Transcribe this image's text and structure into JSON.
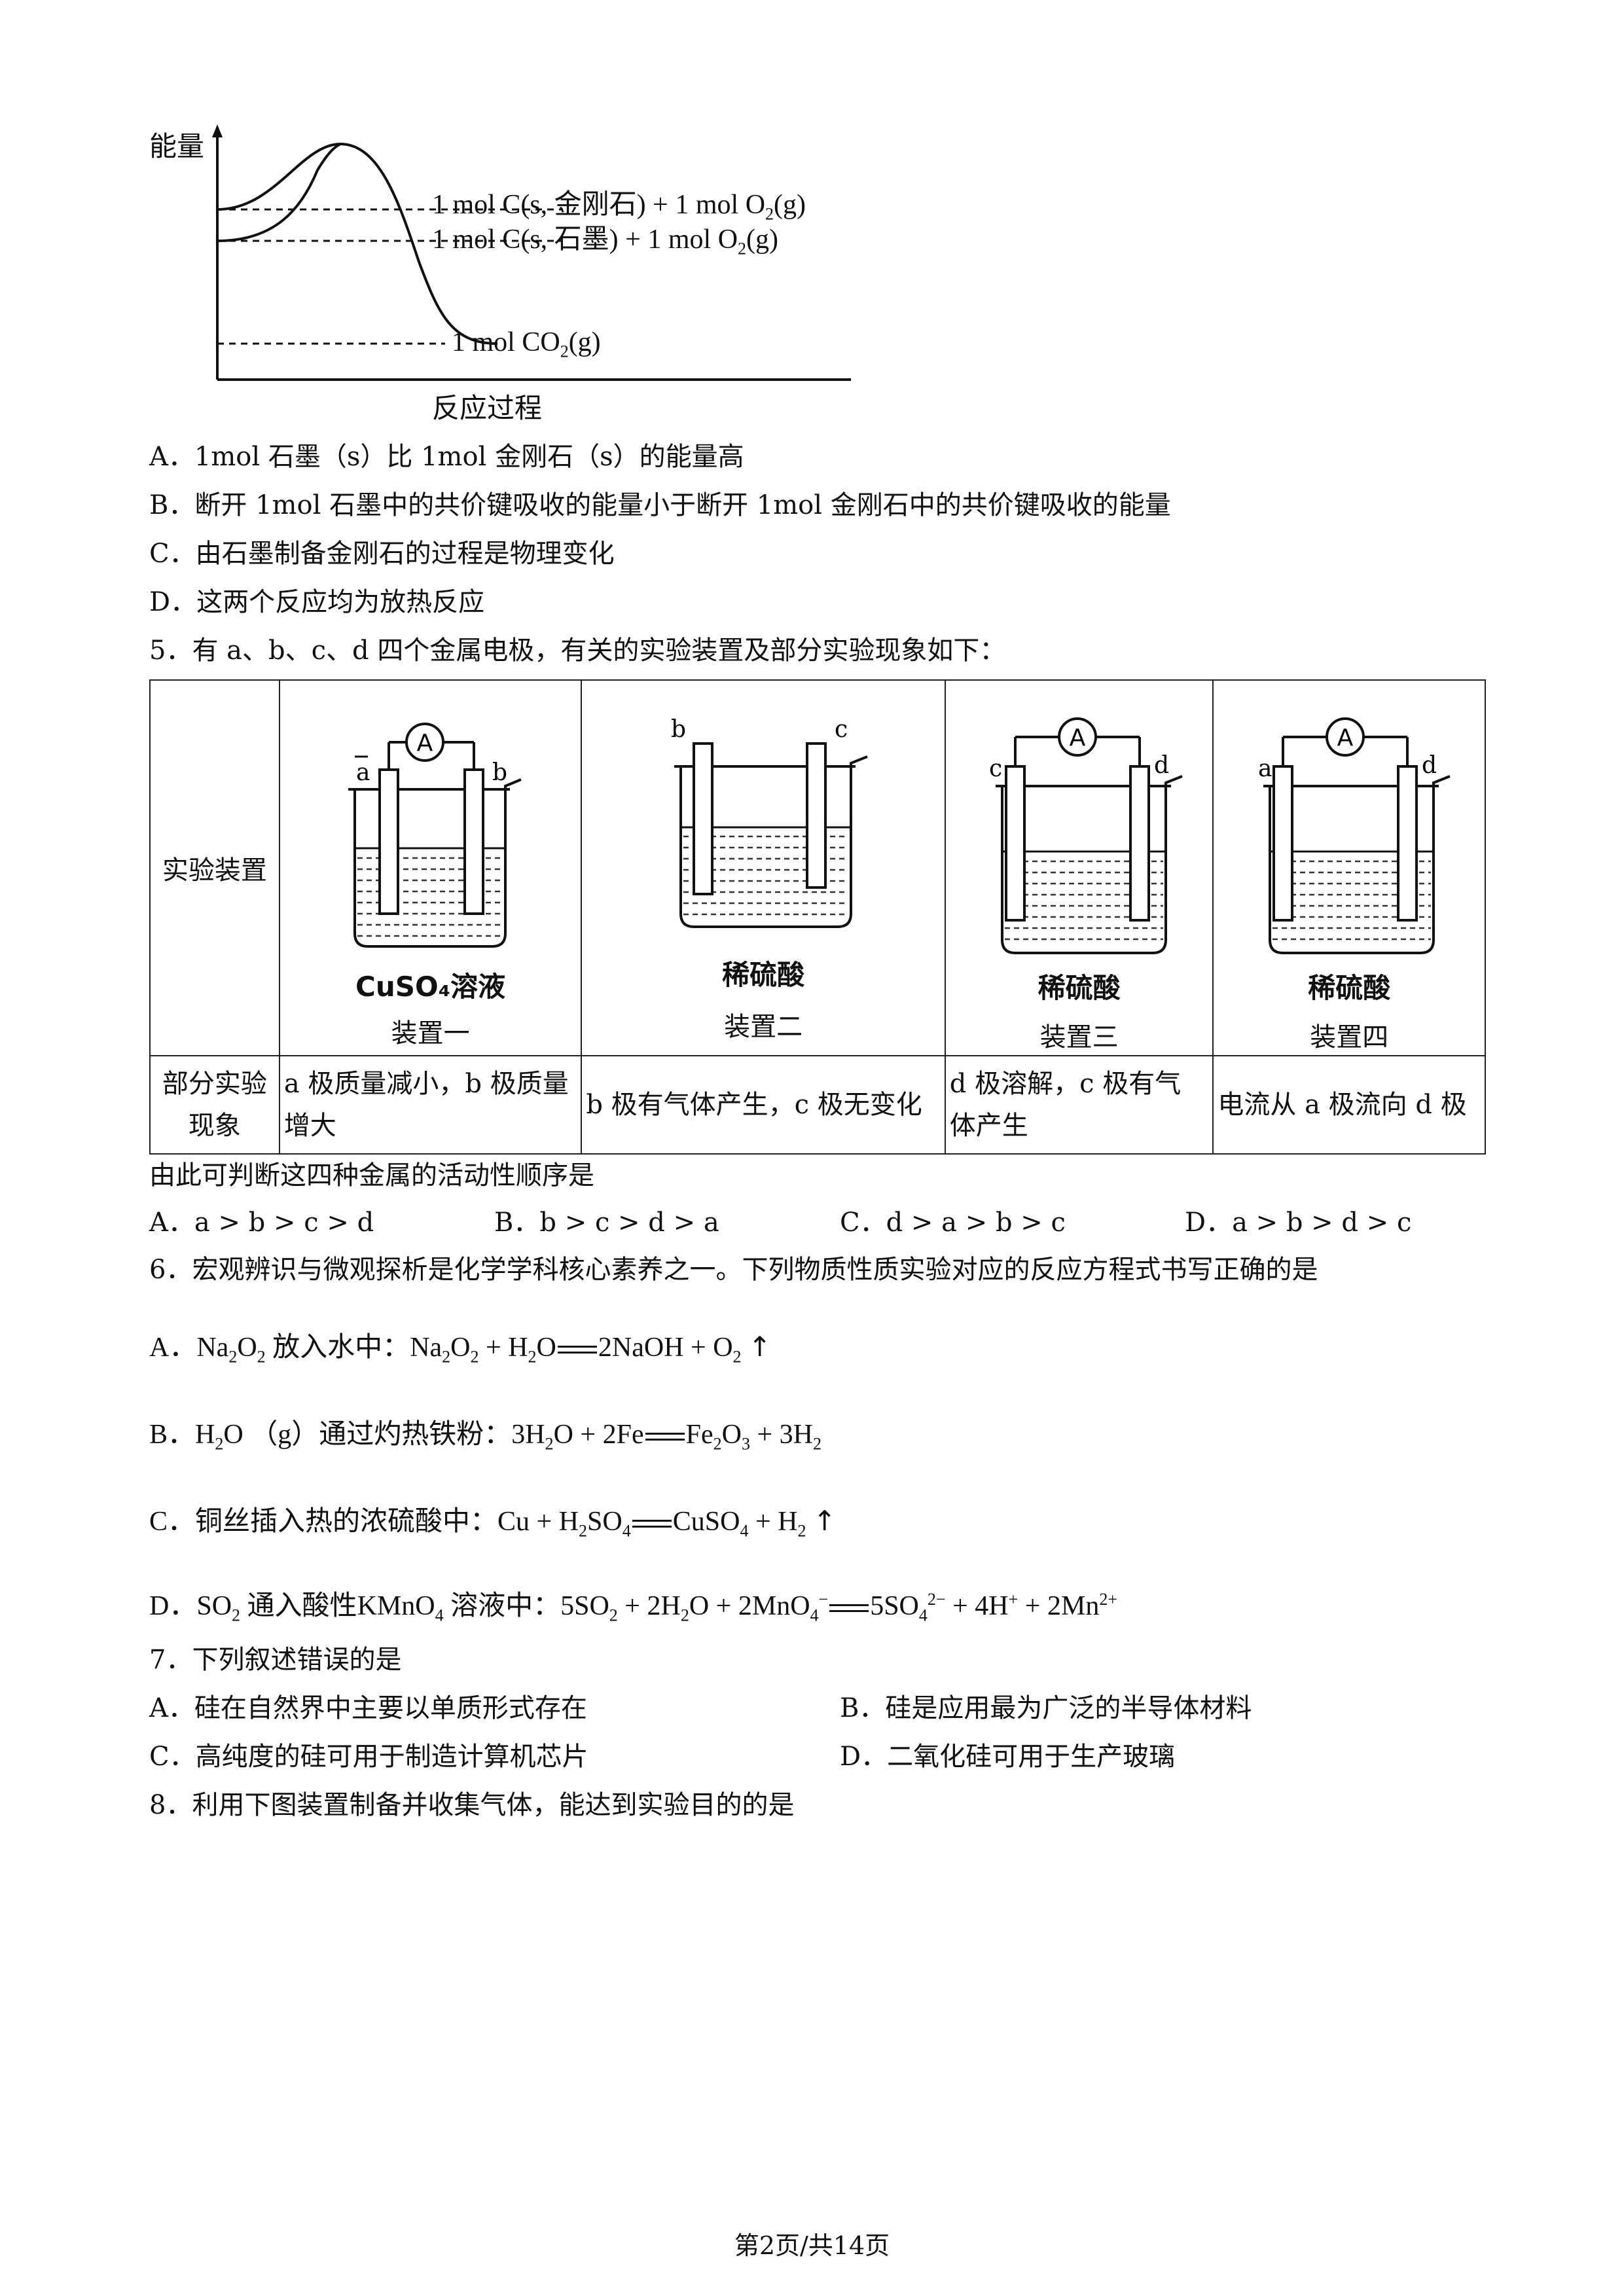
{
  "energy_diagram": {
    "y_axis_label": "能量",
    "x_axis_label": "反应过程",
    "level_top": "1 mol C(s, 金刚石) + 1 mol O",
    "level_top_tail": "(g)",
    "level_mid": "1 mol C(s, 石墨) + 1 mol O",
    "level_mid_tail": "(g)",
    "level_bottom": "1 mol CO",
    "level_bottom_tail": "(g)",
    "sub2": "2"
  },
  "q4_options": [
    {
      "label": "A．1mol 石墨（s）比 1mol 金刚石（s）的能量高"
    },
    {
      "label": "B．断开 1mol 石墨中的共价键吸收的能量小于断开 1mol 金刚石中的共价键吸收的能量"
    },
    {
      "label": "C．由石墨制备金刚石的过程是物理变化"
    },
    {
      "label": "D．这两个反应均为放热反应"
    }
  ],
  "q5": {
    "stem": "5．有 a、b、c、d 四个金属电极，有关的实验装置及部分实验现象如下：",
    "row1_header": "实验装置",
    "row2_header_1": "部分实验",
    "row2_header_2": "现象",
    "apparatus": [
      {
        "name": "装置一",
        "solution": "CuSO₄溶液",
        "left": "a",
        "right": "b"
      },
      {
        "name": "装置二",
        "solution": "稀硫酸",
        "left": "b",
        "right": "c"
      },
      {
        "name": "装置三",
        "solution": "稀硫酸",
        "left": "c",
        "right": "d"
      },
      {
        "name": "装置四",
        "solution": "稀硫酸",
        "left": "a",
        "right": "d"
      }
    ],
    "meter": "A",
    "phenomena": [
      {
        "line1": "a 极质量减小，b 极质量",
        "line2": "增大"
      },
      {
        "line1": "b 极有气体产生，c 极无变化",
        "line2": ""
      },
      {
        "line1": "d 极溶解，c 极有气",
        "line2": "体产生"
      },
      {
        "line1": "电流从 a 极流向 d 极",
        "line2": ""
      }
    ],
    "conclusion": "由此可判断这四种金属的活动性顺序是",
    "options": [
      "A．a > b > c > d",
      "B．b > c > d > a",
      "C．d > a > b > c",
      "D．a > b > d > c"
    ]
  },
  "q6": {
    "stem": "6．宏观辨识与微观探析是化学学科核心素养之一。下列物质性质实验对应的反应方程式书写正确的是",
    "a_prefix": "A．",
    "a_desc": "放入水中：",
    "b_prefix": "B．",
    "b_desc": "（g）通过灼热铁粉：",
    "c_prefix": "C．铜丝插入热的浓硫酸中：",
    "d_prefix": "D．",
    "d_desc1": "通入酸性",
    "d_desc2": "溶液中："
  },
  "q7": {
    "stem": "7．下列叙述错误的是",
    "options": [
      "A．硅在自然界中主要以单质形式存在",
      "B．硅是应用最为广泛的半导体材料",
      "C．高纯度的硅可用于制造计算机芯片",
      "D．二氧化硅可用于生产玻璃"
    ]
  },
  "q8": {
    "stem": "8．利用下图装置制备并收集气体，能达到实验目的的是"
  },
  "footer": "第2页/共14页"
}
